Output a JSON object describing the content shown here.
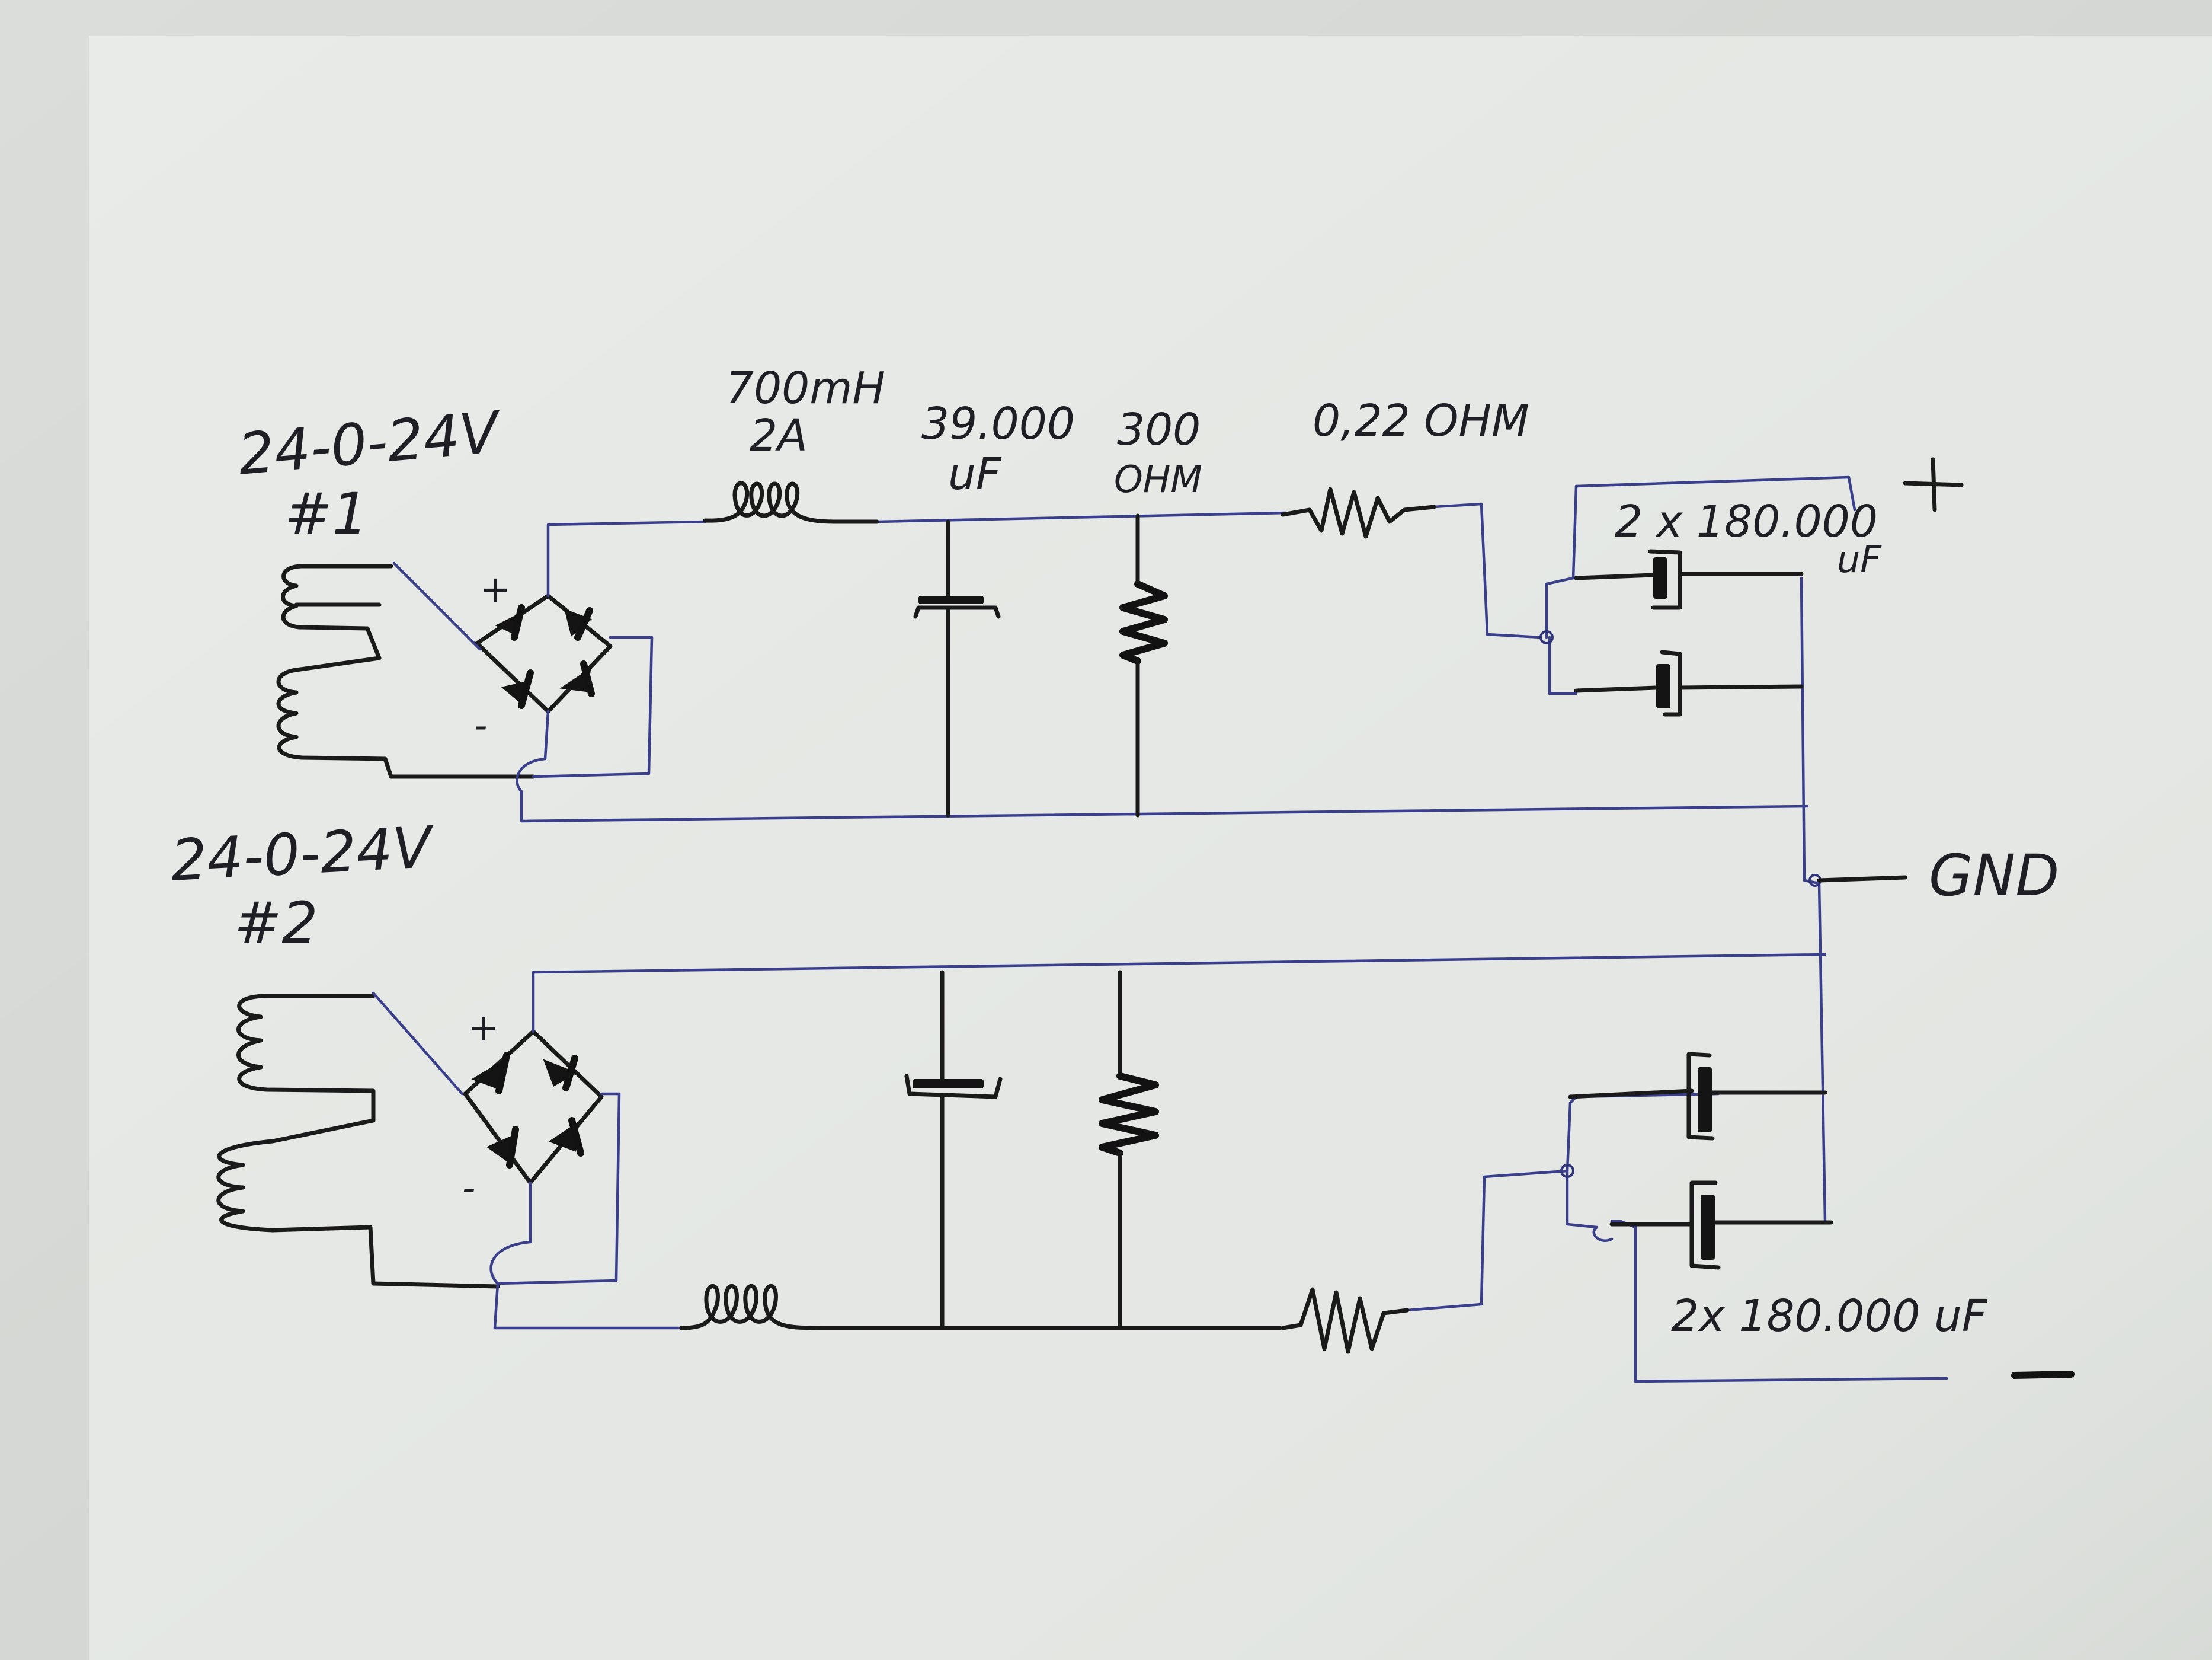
{
  "labels": {
    "transformer_1_rating": "24-0-24V",
    "transformer_1_id": "#1",
    "transformer_2_rating": "24-0-24V",
    "transformer_2_id": "#2",
    "inductor_value": "700mH",
    "inductor_current": "2A",
    "capacitor_1_value": "39.000",
    "capacitor_1_unit": "uF",
    "resistor_1_value": "300",
    "resistor_1_unit": "OHM",
    "resistor_2_value": "0,22 OHM",
    "cap_bank_top": "2 x 180.000",
    "cap_bank_top_unit": "uF",
    "cap_bank_bottom": "2x 180.000 uF",
    "plus_sign": "+",
    "minus_sign": "−",
    "gnd_label": "GND",
    "bridge_1_plus": "+",
    "bridge_1_minus": "-",
    "bridge_2_plus": "+",
    "bridge_2_minus": "-"
  },
  "colors": {
    "paper": "#d3d6d2",
    "ink": "#1a1a1a",
    "wire": "#3a3f8c"
  }
}
